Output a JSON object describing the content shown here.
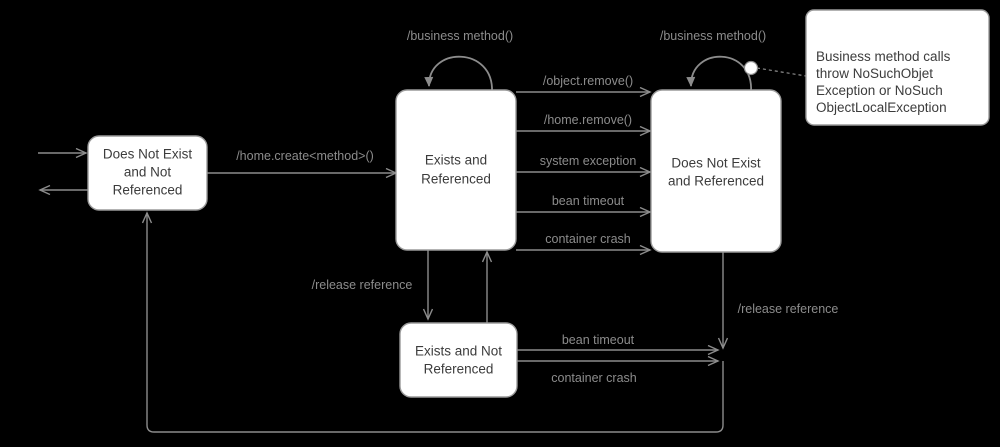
{
  "diagram": {
    "title": "EJB Entity Bean Lifecycle State Diagram",
    "background_color": "#000000",
    "box_fill_color": "#ffffff",
    "box_border_color": "#9a9a9a",
    "edge_color": "#8c8c8c",
    "text_color": "#3c3c3c",
    "label_color": "#8c8c8c",
    "states": [
      {
        "id": "does-not-exist-and-not-referenced",
        "lines": [
          "Does Not Exist",
          "and Not",
          "Referenced"
        ],
        "line1": "Does Not Exist",
        "line2": "and Not",
        "line3": "Referenced"
      },
      {
        "id": "exists-and-referenced",
        "lines": [
          "Exists and",
          "Referenced"
        ],
        "line1": "Exists and",
        "line2": "Referenced"
      },
      {
        "id": "does-not-exist-and-referenced",
        "lines": [
          "Does Not Exist",
          "and Referenced"
        ],
        "line1": "Does Not Exist",
        "line2": "and Referenced"
      },
      {
        "id": "exists-and-not-referenced",
        "lines": [
          "Exists and Not",
          "Referenced"
        ],
        "line1": "Exists and Not",
        "line2": "Referenced"
      }
    ],
    "note": {
      "id": "business-method-exception-note",
      "line1": "Business method calls",
      "line2": "throw NoSuchObjet",
      "line3": "Exception or NoSuch",
      "line4": "ObjectLocalException"
    },
    "transitions": [
      {
        "id": "self-loop-exists-referenced",
        "label": "/business method()"
      },
      {
        "id": "self-loop-does-not-exist-referenced",
        "label": "/business method()"
      },
      {
        "id": "create",
        "label": "/home.create<method>()"
      },
      {
        "id": "object-remove",
        "label": "/object.remove()"
      },
      {
        "id": "home-remove",
        "label": "/home.remove()"
      },
      {
        "id": "system-exception",
        "label": "system exception"
      },
      {
        "id": "bean-timeout-upper",
        "label": "bean timeout"
      },
      {
        "id": "container-crash-upper",
        "label": "container crash"
      },
      {
        "id": "release-reference-middle",
        "label": "/release reference"
      },
      {
        "id": "release-reference-right",
        "label": "/release reference"
      },
      {
        "id": "bean-timeout-lower",
        "label": "bean timeout"
      },
      {
        "id": "container-crash-lower",
        "label": "container crash"
      }
    ]
  }
}
